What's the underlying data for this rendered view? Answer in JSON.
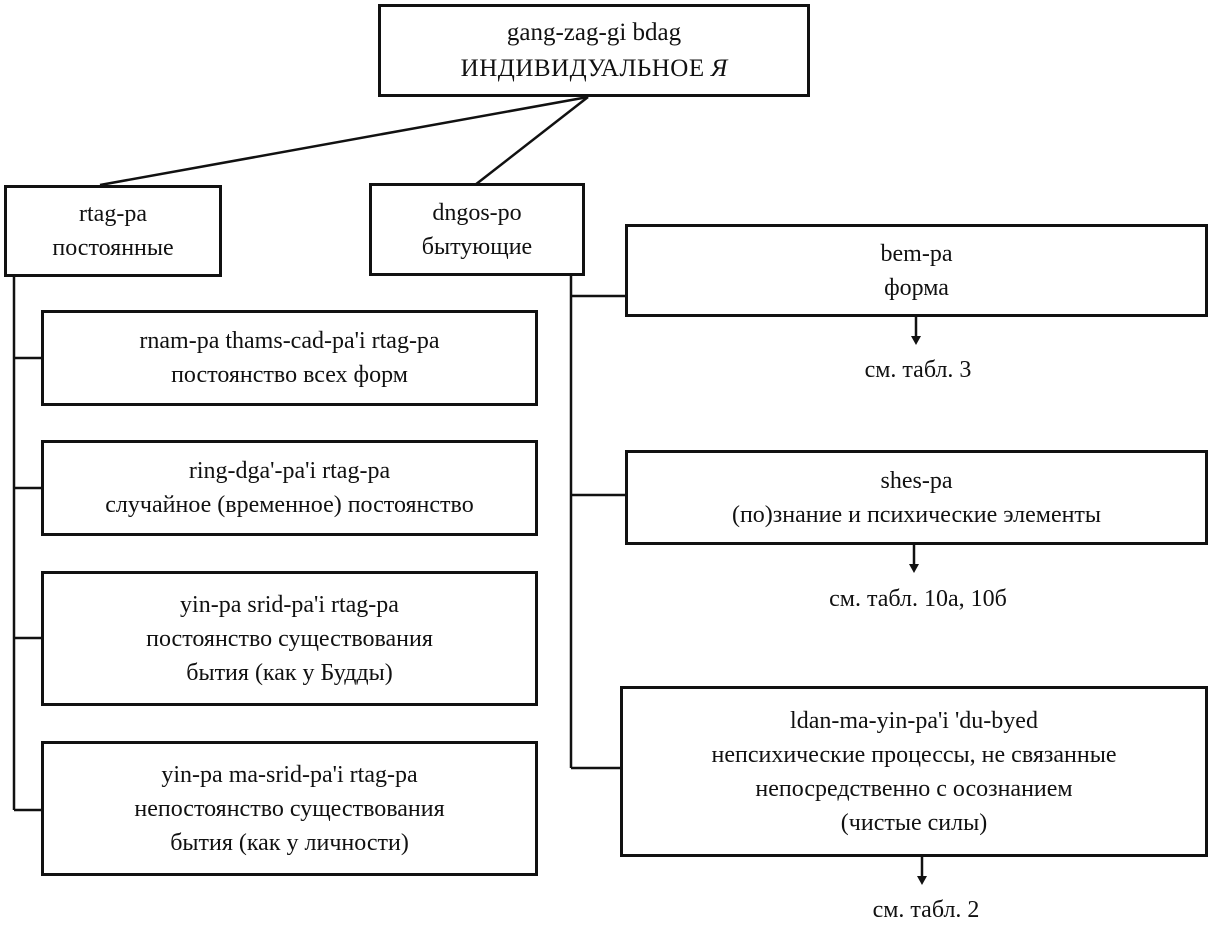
{
  "root": {
    "tib": "gang-zag-gi bdag",
    "ru": "ИНДИВИДУАЛЬНОЕ",
    "ru_suffix": "Я"
  },
  "permanent": {
    "header": {
      "tib": "rtag-pa",
      "ru": "постоянные"
    },
    "items": [
      {
        "lines": [
          "rnam-pa thams-cad-pa'i rtag-pa",
          "постоянство всех форм"
        ]
      },
      {
        "lines": [
          "ring-dga'-pa'i rtag-pa",
          "случайное (временное) постоянство"
        ]
      },
      {
        "lines": [
          "yin-pa srid-pa'i rtag-pa",
          "постоянство существования",
          "бытия (как у Будды)"
        ]
      },
      {
        "lines": [
          "yin-pa ma-srid-pa'i rtag-pa",
          "непостоянство существования",
          "бытия (как у личности)"
        ]
      }
    ]
  },
  "existent": {
    "header": {
      "tib": "dngos-po",
      "ru": "бытующие"
    },
    "items": [
      {
        "lines": [
          "bem-pa",
          "форма"
        ],
        "ref": "см. табл. 3"
      },
      {
        "lines": [
          "shes-pa",
          "(по)знание и психические элементы"
        ],
        "ref": "см. табл. 10а, 10б"
      },
      {
        "lines": [
          "ldan-ma-yin-pa'i 'du-byed",
          "непсихические процессы, не связанные",
          "непосредственно с осознанием",
          "(чистые силы)"
        ],
        "ref": "см. табл. 2"
      }
    ]
  }
}
